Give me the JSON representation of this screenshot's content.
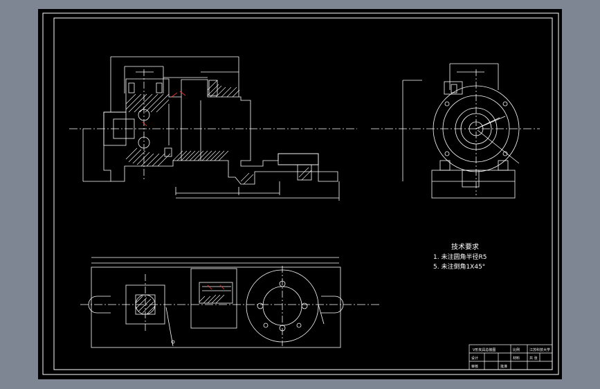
{
  "notes": {
    "title": "技术要求",
    "items": [
      "1. 未注圆角半径R5",
      "5. 未注倒角1X45°"
    ]
  },
  "title_block": {
    "name": "V形夹具总装图",
    "designer_label": "设计",
    "checker_label": "审核",
    "approver_label": "批准",
    "scale_label": "比例",
    "sheet_label": "共 张",
    "material_label": "材料",
    "school": "江苏科技大学"
  },
  "colors": {
    "background": "#7f8693",
    "paper": "#000000",
    "line": "#ffffff",
    "accent": "#ff3333",
    "dim": "#a0a0a0"
  }
}
